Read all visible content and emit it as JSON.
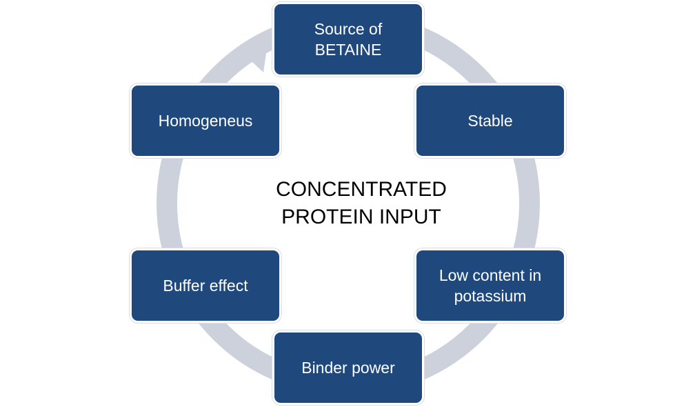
{
  "center": {
    "title": "CONCENTRATED\nPROTEIN INPUT"
  },
  "nodes": [
    {
      "label": "Source of\nBETAINE"
    },
    {
      "label": "Stable"
    },
    {
      "label": "Low content in\npotassium"
    },
    {
      "label": "Binder power"
    },
    {
      "label": "Buffer effect"
    },
    {
      "label": "Homogeneus"
    }
  ],
  "colors": {
    "node_fill": "#1f497d",
    "node_text": "#ffffff",
    "ring": "#cdd1dc",
    "center_text": "#000000"
  }
}
